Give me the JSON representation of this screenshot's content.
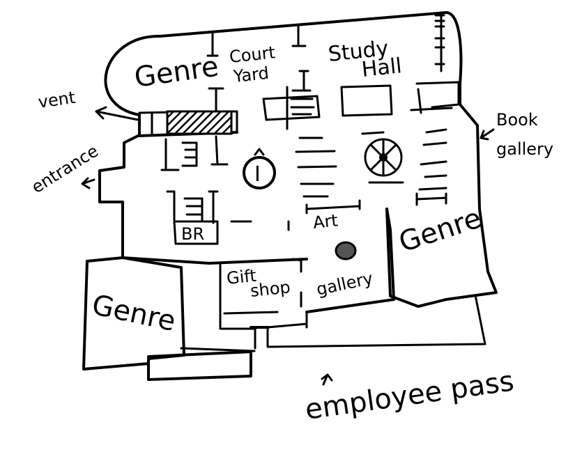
{
  "labels": {
    "genre_top_left": "Genre",
    "court_yard_line1": "Court",
    "court_yard_line2": "Yard",
    "study_hall_line1": "Study",
    "study_hall_line2": "Hall",
    "vent": "vent",
    "book_gallery_line1": "Book",
    "book_gallery_line2": "gallery",
    "entrance": "entrance",
    "info_marker": "I",
    "bathroom": "BR",
    "art": "Art",
    "genre_right": "Genre",
    "gift_shop_line1": "Gift",
    "gift_shop_line2": "shop",
    "gallery": "gallery",
    "genre_bottom_left": "Genre",
    "employee_pass": "employee pass"
  }
}
